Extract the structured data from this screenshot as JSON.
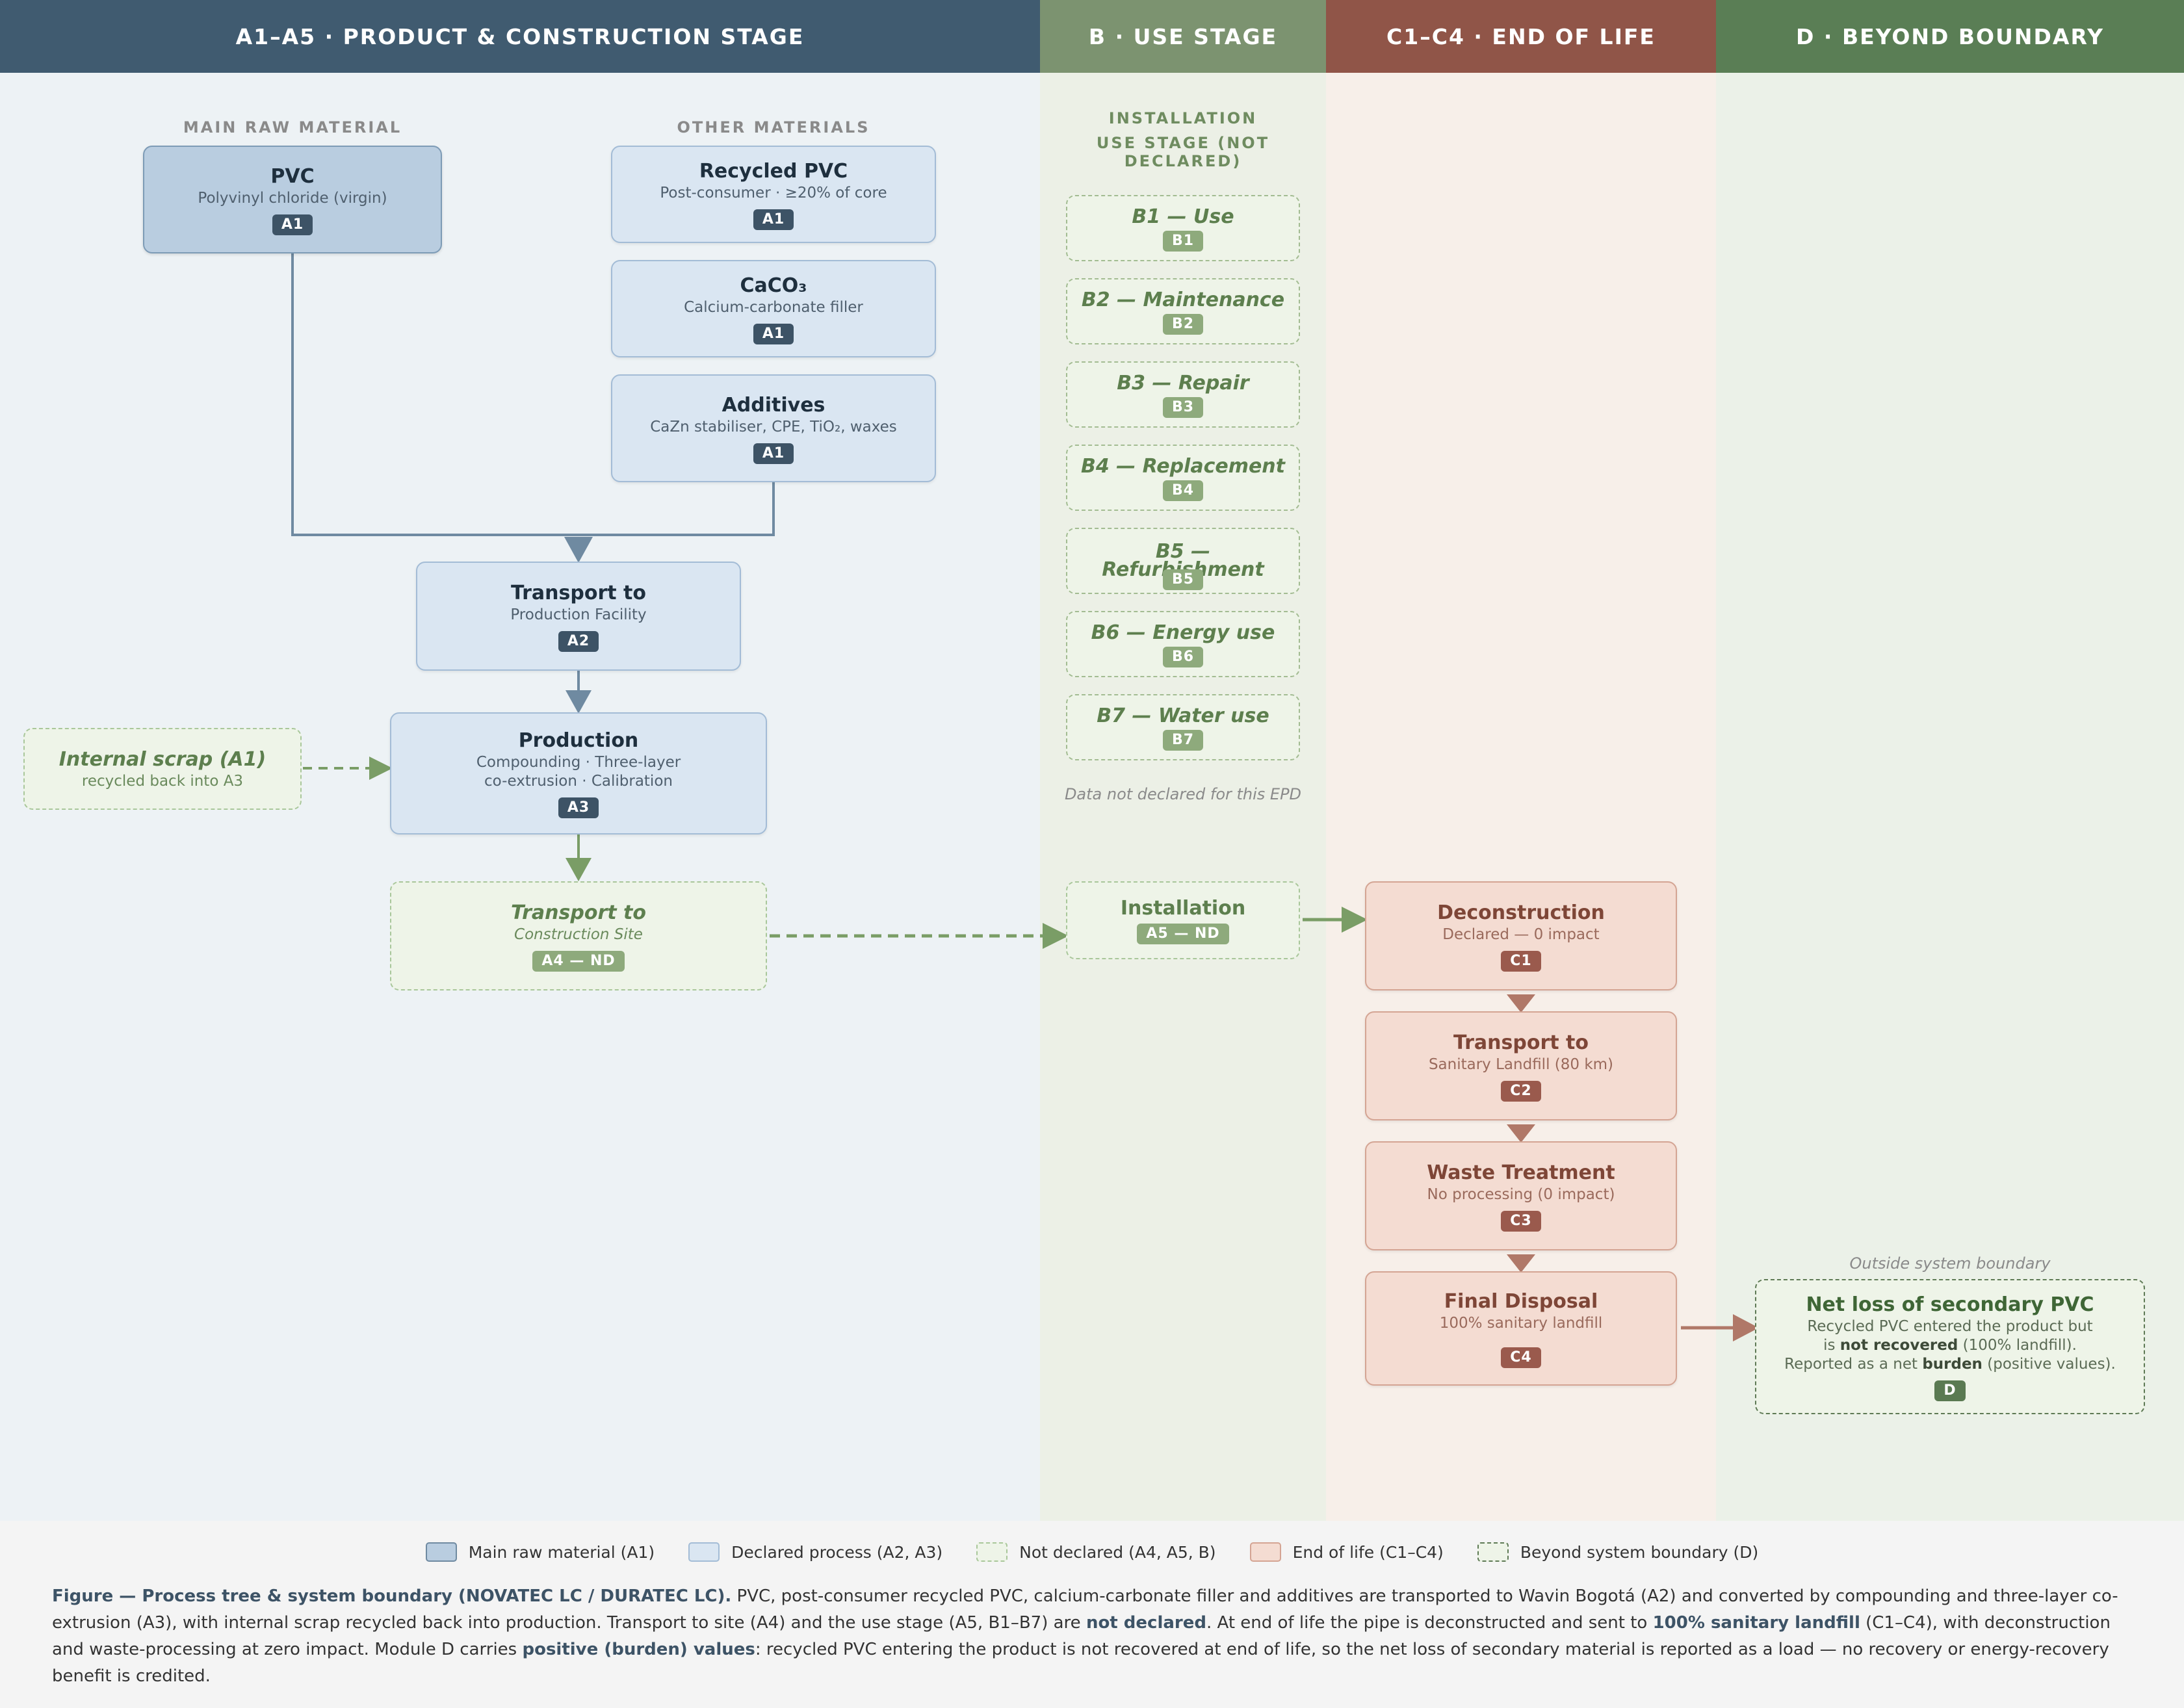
{
  "columns": {
    "a": "A1–A5 · PRODUCT & CONSTRUCTION STAGE",
    "b": "B · USE STAGE",
    "c": "C1–C4 · END OF LIFE",
    "d": "D · BEYOND BOUNDARY"
  },
  "colors": {
    "a_header": "#405b70",
    "b_header": "#7c9370",
    "c_header": "#905548",
    "d_header": "#5a7e55",
    "a_bg": "#edf2f5",
    "b_bg": "#ecf0e6",
    "c_bg": "#f7efe9",
    "d_bg": "#ebf1e8"
  },
  "labels": {
    "main_raw": "MAIN RAW MATERIAL",
    "other_materials": "OTHER MATERIALS",
    "installation_line1": "INSTALLATION",
    "installation_line2": "USE STAGE (NOT DECLARED)",
    "not_declared_note": "Data not declared for this EPD",
    "outside_boundary": "Outside system boundary"
  },
  "nodes": {
    "pvc": {
      "title": "PVC",
      "sub": "Polyvinyl chloride (virgin)",
      "badge": "A1"
    },
    "recycled": {
      "title": "Recycled PVC",
      "sub": "Post-consumer · ≥20% of core",
      "badge": "A1"
    },
    "caco3": {
      "title": "CaCO₃",
      "sub": "Calcium-carbonate filler",
      "badge": "A1"
    },
    "additives": {
      "title": "Additives",
      "sub": "CaZn stabiliser, CPE, TiO₂, waxes",
      "badge": "A1"
    },
    "transport_prod": {
      "title": "Transport to",
      "sub": "Production Facility",
      "badge": "A2"
    },
    "production": {
      "title": "Production",
      "sub1": "Compounding · Three-layer",
      "sub2": "co-extrusion · Calibration",
      "badge": "A3"
    },
    "scrap": {
      "title": "Internal scrap (A1)",
      "sub": "recycled back into A3"
    },
    "transport_site": {
      "title": "Transport to",
      "sub": "Construction Site",
      "badge": "A4 — ND"
    },
    "installation": {
      "title": "Installation",
      "badge": "A5 — ND"
    },
    "deconstruction": {
      "title": "Deconstruction",
      "sub": "Declared — 0 impact",
      "badge": "C1"
    },
    "transport_landfill": {
      "title": "Transport to",
      "sub": "Sanitary Landfill (80 km)",
      "badge": "C2"
    },
    "waste": {
      "title": "Waste Treatment",
      "sub": "No processing (0 impact)",
      "badge": "C3"
    },
    "disposal": {
      "title": "Final Disposal",
      "sub": "100% sanitary landfill",
      "badge": "C4"
    },
    "netloss": {
      "title": "Net loss of secondary PVC",
      "l1": "Recycled PVC entered the product but",
      "l2a": "is ",
      "l2b": "not recovered",
      "l2c": " (100% landfill).",
      "l3a": "Reported as a net ",
      "l3b": "burden",
      "l3c": " (positive values).",
      "badge": "D"
    }
  },
  "use_stage": [
    {
      "title": "B1 — Use",
      "badge": "B1"
    },
    {
      "title": "B2 — Maintenance",
      "badge": "B2"
    },
    {
      "title": "B3 — Repair",
      "badge": "B3"
    },
    {
      "title": "B4 — Replacement",
      "badge": "B4"
    },
    {
      "title": "B5 —",
      "title2": "Refurbishment",
      "badge": "B5"
    },
    {
      "title": "B6 — Energy use",
      "badge": "B6"
    },
    {
      "title": "B7 — Water use",
      "badge": "B7"
    }
  ],
  "legend": [
    "Main raw material (A1)",
    "Declared process (A2, A3)",
    "Not declared (A4, A5, B)",
    "End of life (C1–C4)",
    "Beyond system boundary (D)"
  ],
  "caption": {
    "p1": "Figure — Process tree & system boundary (NOVATEC LC / DURATEC LC).",
    "p2": " PVC, post-consumer recycled PVC, calcium-carbonate filler and additives are transported to Wavin Bogotá (A2) and converted by compounding and three-layer co-extrusion (A3), with internal scrap recycled back into production. Transport to site (A4) and the use stage (A5, B1–B7) are ",
    "p3": "not declared",
    "p4": ". At end of life the pipe is deconstructed and sent to ",
    "p5": "100% sanitary landfill",
    "p6": " (C1–C4), with deconstruction and waste-processing at zero impact. Module D carries ",
    "p7": "positive (burden) values",
    "p8": ": recycled PVC entering the product is not recovered at end of life, so the net loss of secondary material is reported as a load — no recovery or energy-recovery benefit is credited."
  }
}
